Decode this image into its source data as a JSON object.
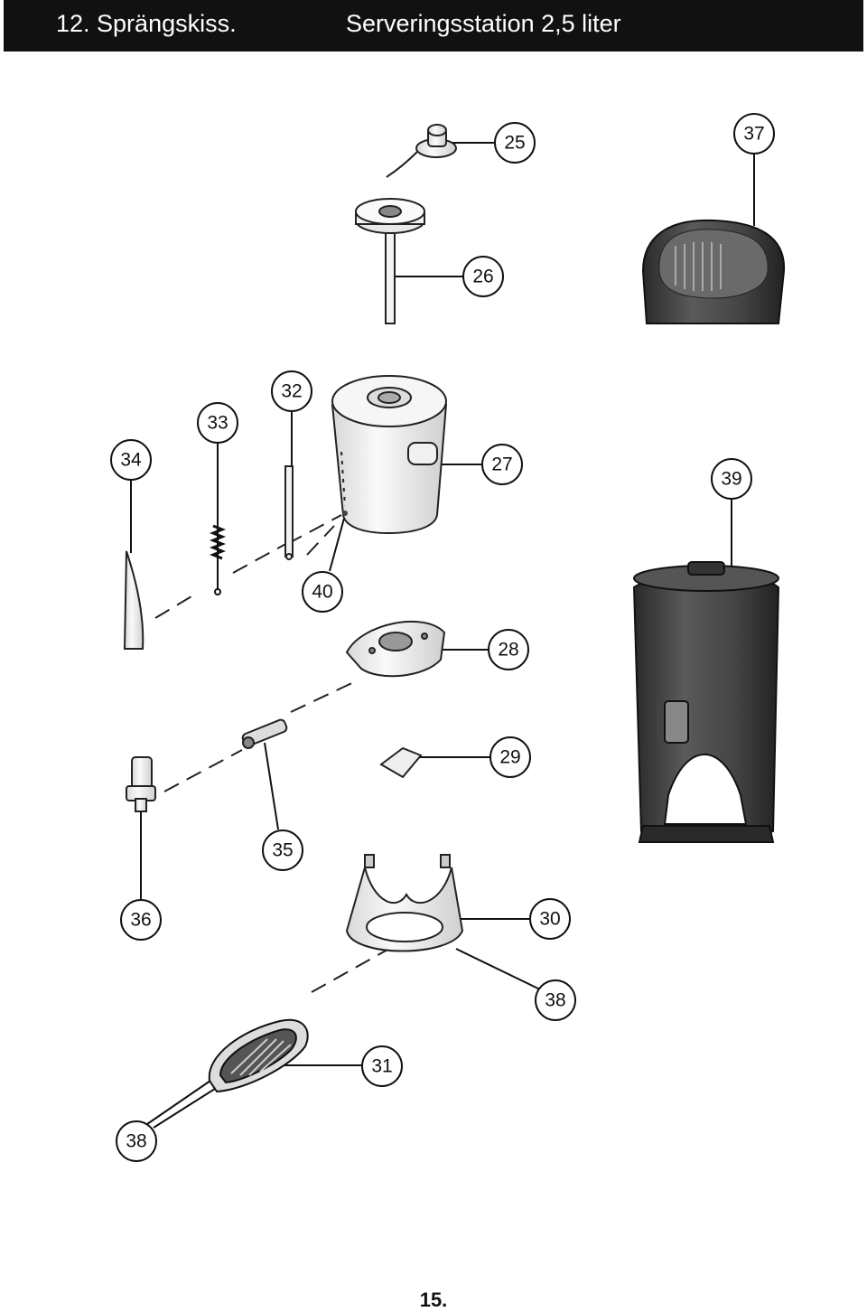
{
  "header": {
    "section": "12.  Sprängskiss.",
    "title": "Serveringsstation 2,5 liter"
  },
  "callouts": [
    "25",
    "37",
    "26",
    "32",
    "33",
    "34",
    "27",
    "39",
    "40",
    "28",
    "29",
    "35",
    "36",
    "30",
    "38",
    "31",
    "38"
  ],
  "page_number": "15.",
  "colors": {
    "header_bg": "#111111",
    "ink": "#111111",
    "part_dark": "#3a3a3a",
    "part_light": "#f2f2f2"
  }
}
